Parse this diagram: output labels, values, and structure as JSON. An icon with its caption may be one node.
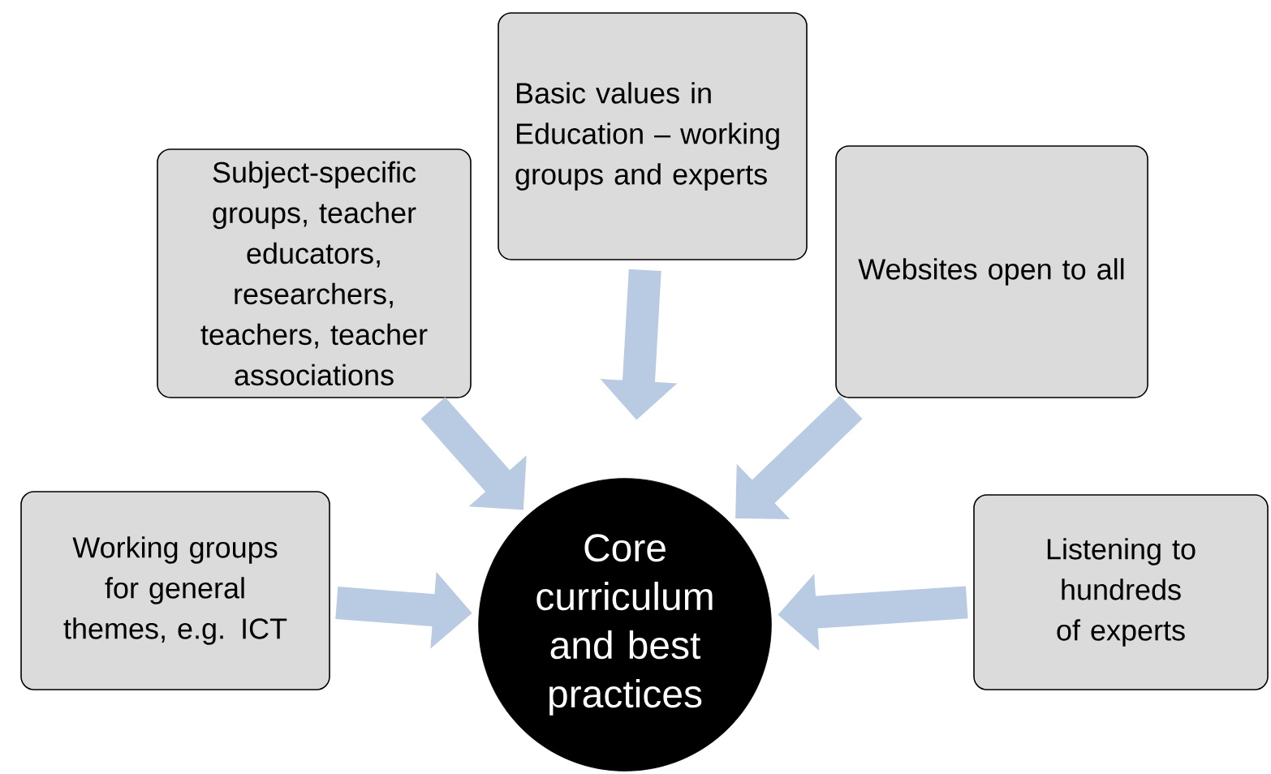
{
  "diagram": {
    "nodes": [
      {
        "text": [
          "Core curriculum and best practices"
        ]
      },
      {
        "text": [
          "Working groups for general themes, e.g.  ICT"
        ]
      },
      {
        "text": [
          "Subject-specific groups, teacher educators, researchers, teachers, teacher associations"
        ]
      },
      {
        "text": [
          "Basic values in Education – working groups and experts"
        ]
      },
      {
        "text": [
          "Websites open to all"
        ]
      },
      {
        "text": [
          "Listening to hundreds of experts"
        ]
      }
    ],
    "edges": [
      {
        "from": 1,
        "to": 0,
        "arrow": "to"
      },
      {
        "from": 2,
        "to": 0,
        "arrow": "to"
      },
      {
        "from": 3,
        "to": 0,
        "arrow": "to"
      },
      {
        "from": 4,
        "to": 0,
        "arrow": "to"
      },
      {
        "from": 5,
        "to": 0,
        "arrow": "to"
      }
    ]
  }
}
